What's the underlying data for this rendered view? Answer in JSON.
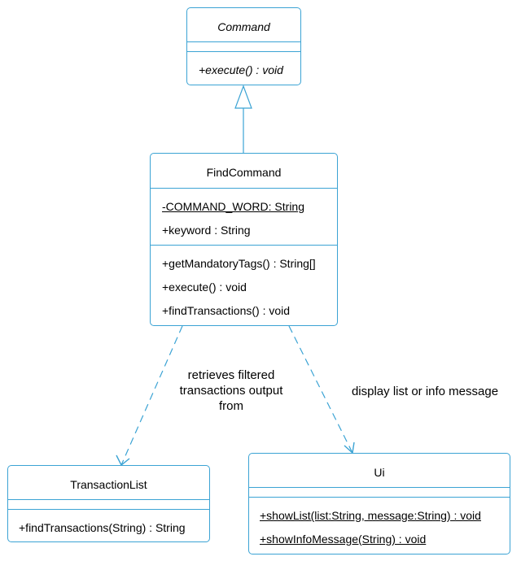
{
  "colors": {
    "stroke": "#3ba3d4",
    "text": "#000000",
    "background": "#ffffff"
  },
  "classes": {
    "command": {
      "name": "Command",
      "operations": [
        "+execute() : void"
      ]
    },
    "find_command": {
      "name": "FindCommand",
      "attributes": [
        "-COMMAND_WORD: String",
        "+keyword : String"
      ],
      "operations": [
        "+getMandatoryTags() : String[]",
        "+execute() : void",
        "+findTransactions() : void"
      ]
    },
    "transaction_list": {
      "name": "TransactionList",
      "operations": [
        "+findTransactions(String) : String"
      ]
    },
    "ui": {
      "name": "Ui",
      "operations": [
        "+showList(list:String, message:String) : void",
        "+showInfoMessage(String) : void"
      ]
    }
  },
  "relations": {
    "inheritance": {
      "from": "FindCommand",
      "to": "Command"
    },
    "dependency_transaction_list": {
      "label_lines": [
        "retrieves filtered",
        "transactions output",
        "from"
      ]
    },
    "dependency_ui": {
      "label": "display list or info message"
    }
  }
}
